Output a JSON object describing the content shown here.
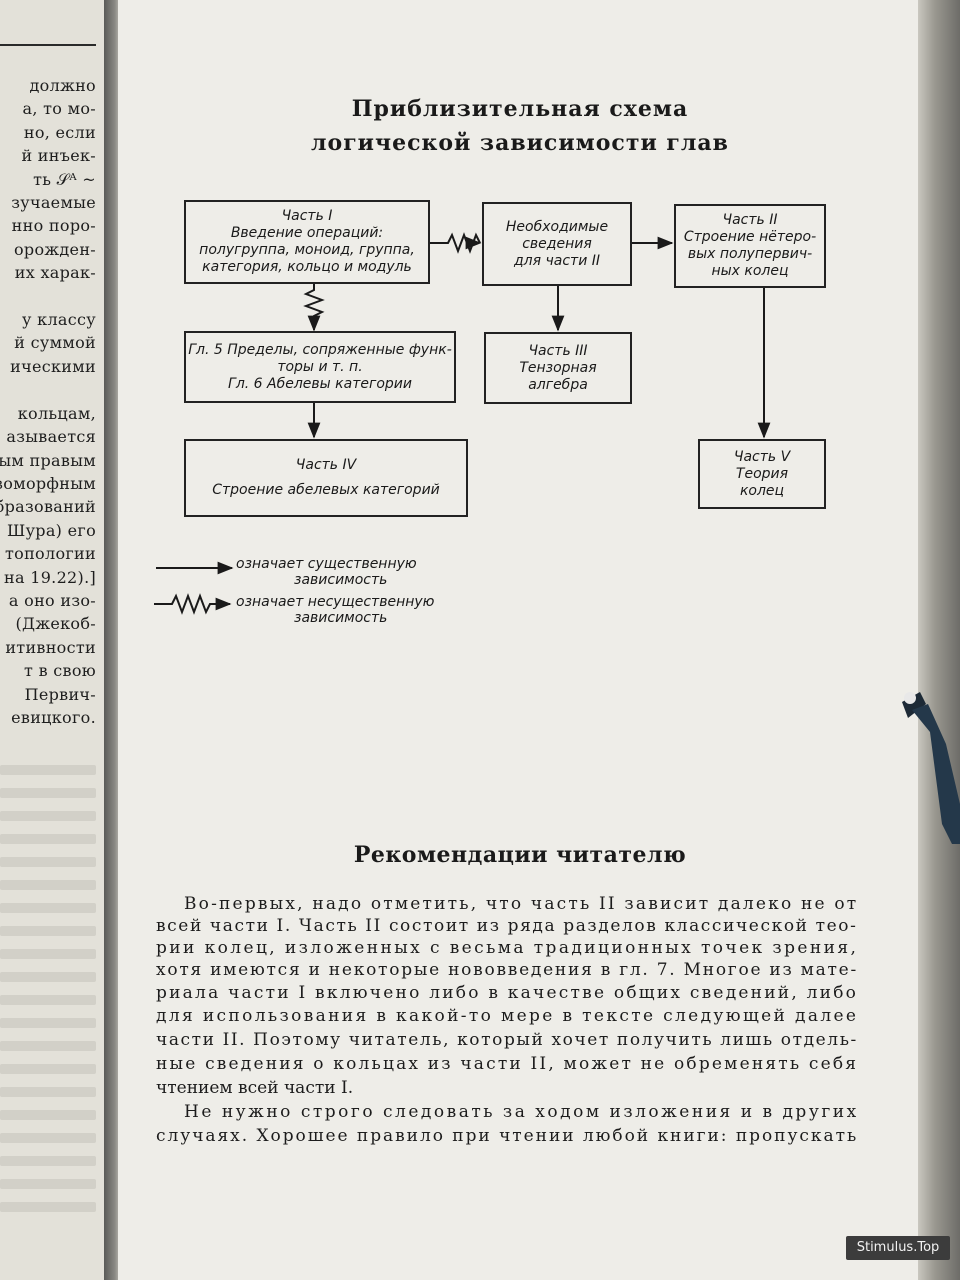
{
  "left_page": {
    "lines": [
      "должно",
      "а, то мо-",
      "но, если",
      "й инъек-",
      "ть 𝒮ᴬ ~",
      "зучаемые",
      "нно поро-",
      "орожден-",
      "их харак-",
      "",
      "у классу",
      "й суммой",
      "ическими",
      "",
      "кольцам,",
      "азывается",
      "ым правым",
      "зоморфным",
      "бразований",
      "Шура) его",
      "топологии",
      "на 19.22).]",
      "а оно изо-",
      "(Джекоб-",
      "итивности",
      "т в свою",
      "Первич-",
      "евицкого."
    ]
  },
  "diagram": {
    "title_line1": "Приблизительная схема",
    "title_line2": "логической зависимости глав",
    "boxes": {
      "part1": [
        "Часть I",
        "Введение операций:",
        "полугруппа, моноид, группа,",
        "категория, кольцо и модуль"
      ],
      "needed": [
        "Необходимые",
        "сведения",
        "для части II"
      ],
      "part2": [
        "Часть II",
        "Строение нётеро-",
        "вых полупервич-",
        "ных колец"
      ],
      "ch56": [
        "Гл. 5  Пределы, сопряженные функ-",
        "торы и т. п.",
        "Гл. 6  Абелевы категории"
      ],
      "part3": [
        "Часть III",
        "Тензорная",
        "алгебра"
      ],
      "part4": [
        "Часть IV",
        "Строение абелевых категорий"
      ],
      "part5": [
        "Часть V",
        "Теория",
        "колец"
      ]
    },
    "legend": {
      "essential_line1": "означает существенную",
      "essential_line2": "зависимость",
      "nonessential_line1": "означает несущественную",
      "nonessential_line2": "зависимость"
    }
  },
  "recommendations": {
    "heading": "Рекомендации читателю",
    "lines": [
      "Во-первых, надо отметить, что часть II зависит далеко не от",
      "всей части I. Часть II состоит из ряда разделов классической тео-",
      "рии колец, изложенных с весьма традиционных точек зрения,",
      "хотя имеются и некоторые нововведения в гл. 7. Многое из мате-",
      "риала части I включено либо в качестве общих сведений, либо",
      "для использования в какой-то мере в тексте следующей далее",
      "части II. Поэтому читатель, который хочет получить лишь отдель-",
      "ные сведения о кольцах из части II, может не обременять себя",
      "чтением всей части I.",
      "Не нужно строго следовать за ходом изложения и в других",
      "случаях. Хорошее правило при чтении любой книги: пропускать"
    ]
  },
  "watermark": "Stimulus.Top"
}
